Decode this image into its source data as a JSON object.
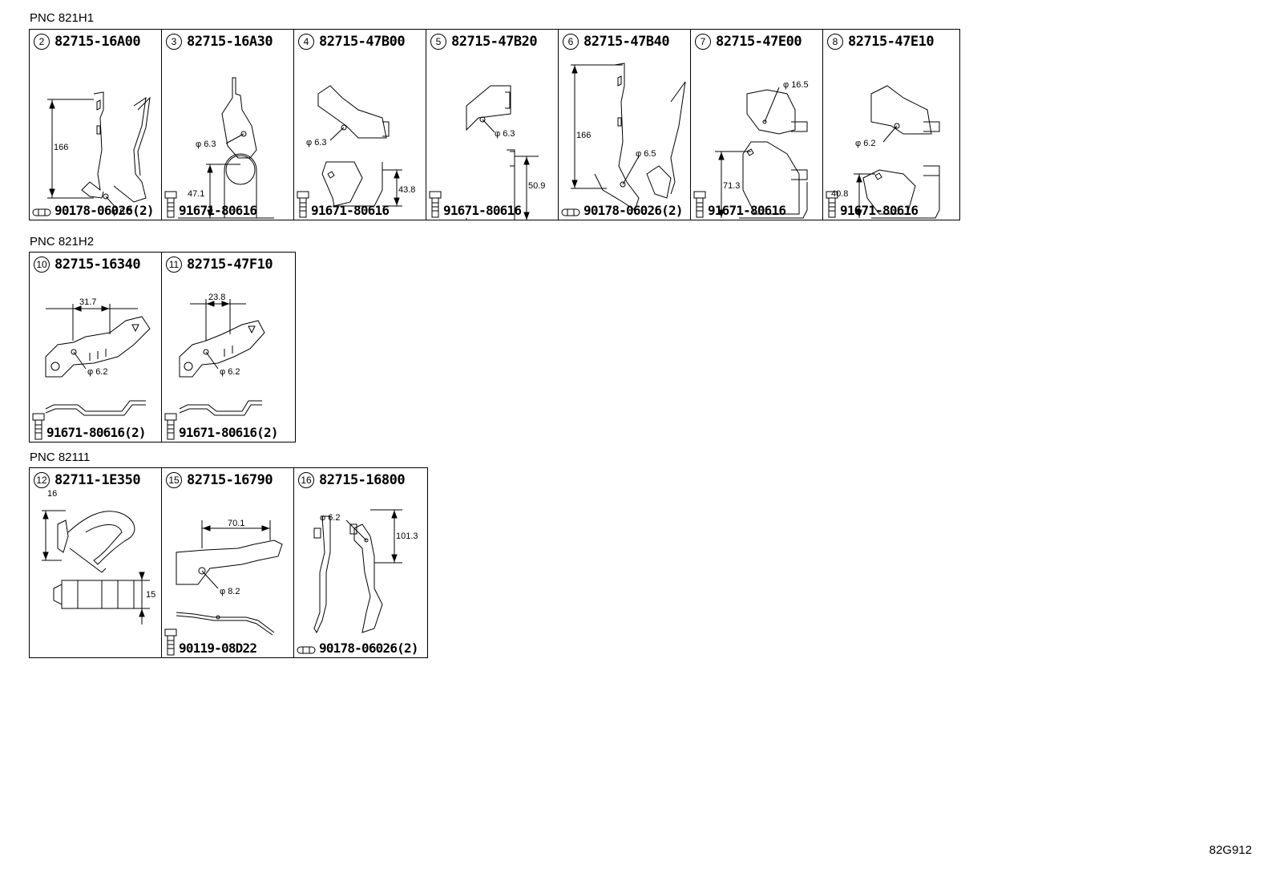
{
  "groups": [
    {
      "label": "PNC 821H1",
      "cells": [
        {
          "num": "2",
          "part": "82715-16A00",
          "fastener_icon": "clip-icon",
          "fastener": "90178-06026(2)",
          "dims": [
            "166",
            "φ 6.5"
          ]
        },
        {
          "num": "3",
          "part": "82715-16A30",
          "fastener_icon": "bolt-icon",
          "fastener": "91671-80616",
          "dims": [
            "φ 6.3",
            "47.1"
          ]
        },
        {
          "num": "4",
          "part": "82715-47B00",
          "fastener_icon": "bolt-icon",
          "fastener": "91671-80616",
          "dims": [
            "φ 6.3",
            "43.8"
          ]
        },
        {
          "num": "5",
          "part": "82715-47B20",
          "fastener_icon": "bolt-icon",
          "fastener": "91671-80616",
          "dims": [
            "φ 6.3",
            "50.9"
          ]
        },
        {
          "num": "6",
          "part": "82715-47B40",
          "fastener_icon": "clip-icon",
          "fastener": "90178-06026(2)",
          "dims": [
            "166",
            "φ 6.5"
          ]
        },
        {
          "num": "7",
          "part": "82715-47E00",
          "fastener_icon": "bolt-icon",
          "fastener": "91671-80616",
          "dims": [
            "φ 16.5",
            "71.3"
          ]
        },
        {
          "num": "8",
          "part": "82715-47E10",
          "fastener_icon": "bolt-icon",
          "fastener": "91671-80616",
          "dims": [
            "φ 6.2",
            "40.8"
          ]
        }
      ]
    },
    {
      "label": "PNC 821H2",
      "cells": [
        {
          "num": "10",
          "part": "82715-16340",
          "fastener_icon": "bolt-icon",
          "fastener": "91671-80616(2)",
          "dims": [
            "31.7",
            "φ 6.2"
          ]
        },
        {
          "num": "11",
          "part": "82715-47F10",
          "fastener_icon": "bolt-icon",
          "fastener": "91671-80616(2)",
          "dims": [
            "23.8",
            "φ 6.2"
          ]
        }
      ]
    },
    {
      "label": "PNC 82111",
      "cells": [
        {
          "num": "12",
          "part": "82711-1E350",
          "fastener_icon": "",
          "fastener": "",
          "dims": [
            "16",
            "15"
          ]
        },
        {
          "num": "15",
          "part": "82715-16790",
          "fastener_icon": "bolt-icon",
          "fastener": "90119-08D22",
          "dims": [
            "70.1",
            "φ 8.2"
          ]
        },
        {
          "num": "16",
          "part": "82715-16800",
          "fastener_icon": "clip-icon",
          "fastener": "90178-06026(2)",
          "dims": [
            "φ 6.2",
            "101.3"
          ]
        }
      ]
    }
  ],
  "reference": "82G912"
}
